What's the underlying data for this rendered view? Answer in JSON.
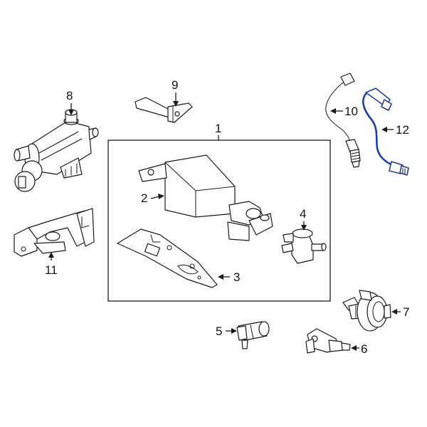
{
  "callouts": {
    "c1": "1",
    "c2": "2",
    "c3": "3",
    "c4": "4",
    "c5": "5",
    "c6": "6",
    "c7": "7",
    "c8": "8",
    "c9": "9",
    "c10": "10",
    "c11": "11",
    "c12": "12"
  },
  "colors": {
    "highlight": "#1f3f9e",
    "line": "#1a1a1a",
    "background": "#ffffff"
  }
}
